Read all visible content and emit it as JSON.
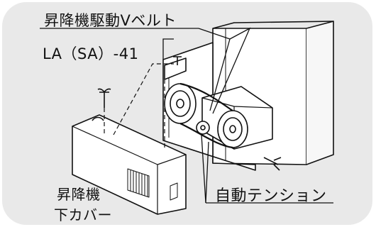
{
  "labels": {
    "belt_title": "昇降機駆動Vベルト",
    "model_code": "LA（SA）-41",
    "cover_line1": "昇降機",
    "cover_line2": "下カバー",
    "auto_tension": "自動テンション"
  },
  "colors": {
    "panel_bg": "#e9e9e9",
    "line": "#111111",
    "fill": "#ffffff"
  }
}
